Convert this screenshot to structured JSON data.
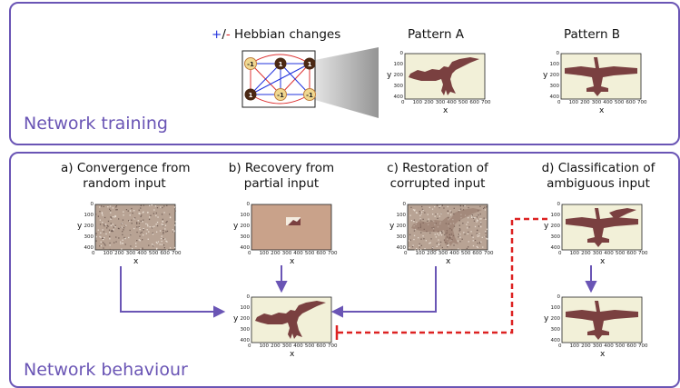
{
  "training": {
    "title": "Network training",
    "hebbian": {
      "plus": "+",
      "slash": "/",
      "minus": "-",
      "text": " Hebbian changes"
    },
    "network_nodes": [
      "-1",
      "1",
      "1",
      "1",
      "-1",
      "-1"
    ],
    "pattern_a_title": "Pattern A",
    "pattern_b_title": "Pattern B"
  },
  "behaviour": {
    "title": "Network behaviour",
    "a_label": [
      "a) Convergence from",
      "random input"
    ],
    "b_label": [
      "b) Recovery from",
      "partial input"
    ],
    "c_label": [
      "c) Restoration of",
      "corrupted input"
    ],
    "d_label": [
      "d) Classification of",
      "ambiguous input"
    ]
  },
  "axes": {
    "xlabel": "x",
    "ylabel": "y",
    "xticks": [
      "0",
      "100",
      "200",
      "300",
      "400",
      "500",
      "600",
      "700"
    ],
    "yticks": [
      "0",
      "100",
      "200",
      "300",
      "400"
    ]
  },
  "colors": {
    "panel_border": "#6a55b5",
    "arrow_purple": "#6a55b5",
    "arrow_red": "#dd2222",
    "plot_bg": "#f2f0d8",
    "silhouette": "#7a4040",
    "noise_bg": "#b8a394",
    "partial_bg": "#c9a28a"
  },
  "icons": {
    "eagle": "eagle-silhouette",
    "plane": "plane-silhouette"
  }
}
